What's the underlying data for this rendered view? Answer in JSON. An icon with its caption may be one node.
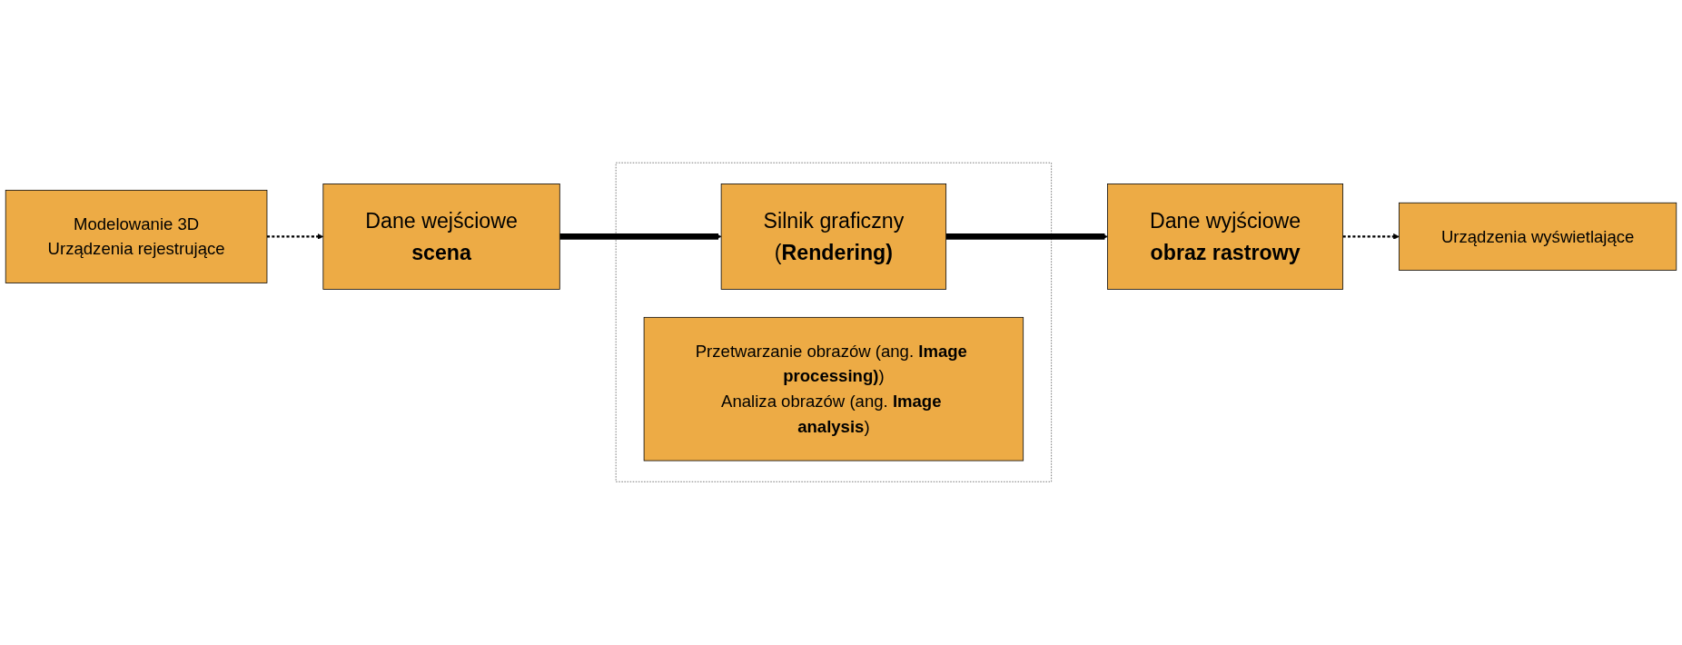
{
  "diagram": {
    "nodes": [
      {
        "text": [
          "Dane wejściowe",
          "**scena**"
        ]
      },
      {
        "text": [],
        "shape": "box"
      },
      {
        "text": [
          "Silnik graficzny",
          "(**Rendering)**"
        ],
        "in": 1
      },
      {
        "text": [
          "Przetwarzanie obrazów (ang. **Image processing)**)",
          "Analiza obrazów (ang. **Image analysis**)"
        ],
        "in": 1
      },
      {
        "text": [
          "Dane wyjściowe",
          "**obraz rastrowy**"
        ]
      },
      {
        "text": [
          "Modelowanie 3D",
          "Urządzenia rejestrujące"
        ]
      },
      {
        "text": [
          "Urządzenia wyświetlające"
        ]
      }
    ],
    "edges": [
      {
        "from": 0,
        "to": 2,
        "arrow": "to",
        "style": "thick"
      },
      {
        "from": 2,
        "to": 4,
        "arrow": "to",
        "style": "thick"
      },
      {
        "from": 5,
        "to": 0,
        "arrow": "to",
        "style": "dashed"
      },
      {
        "from": 4,
        "to": 6,
        "arrow": "to",
        "style": "dashed"
      }
    ]
  }
}
